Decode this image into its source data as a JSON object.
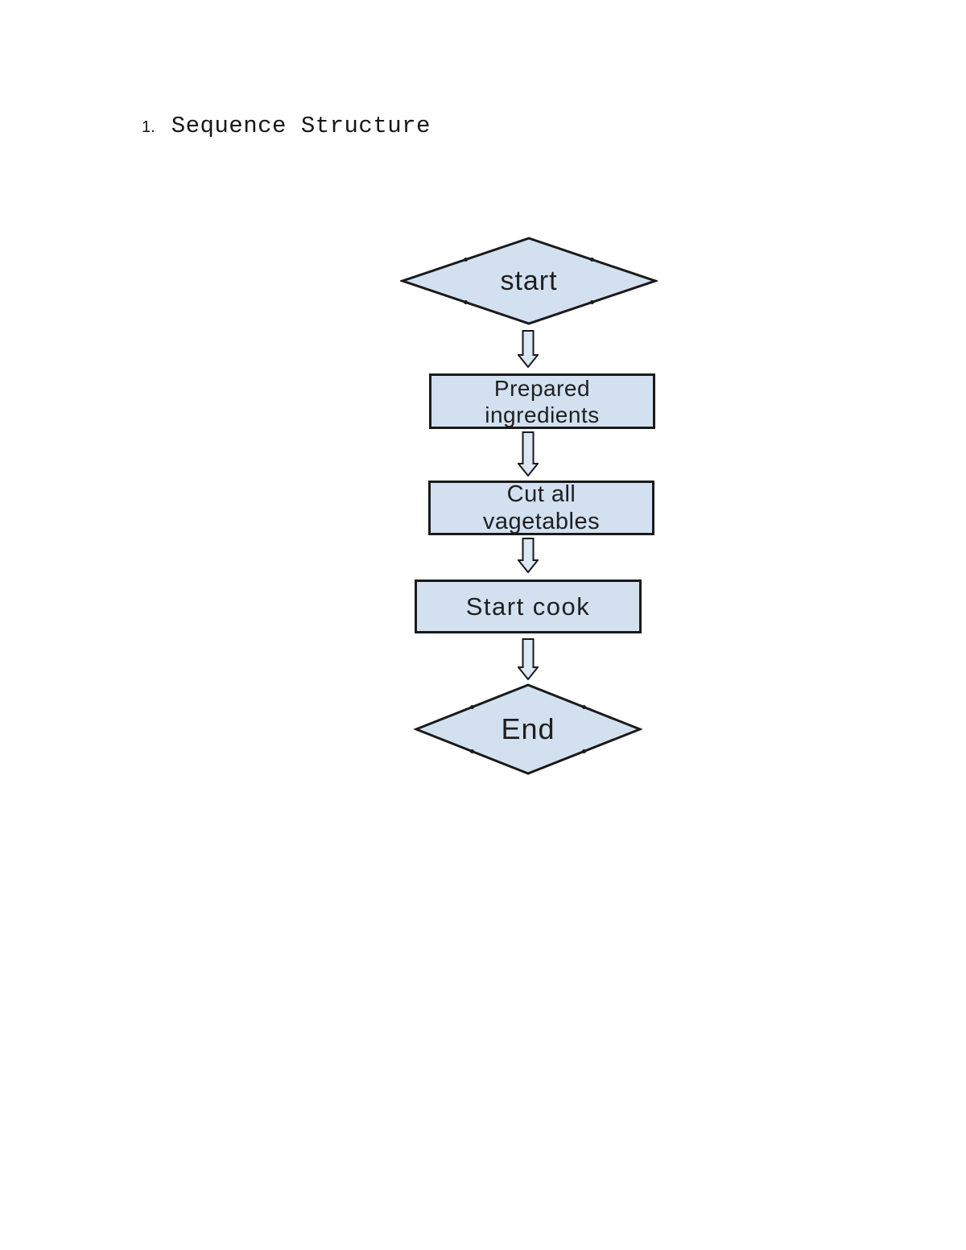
{
  "page": {
    "section": {
      "number": "1.",
      "title": "Sequence Structure"
    }
  },
  "flowchart": {
    "nodes": [
      {
        "id": "start",
        "shape": "diamond",
        "label": "start"
      },
      {
        "id": "prepared-ingredients",
        "shape": "rectangle",
        "label": "Prepared\ningredients"
      },
      {
        "id": "cut-all-vagetables",
        "shape": "rectangle",
        "label": "Cut all\nvagetables"
      },
      {
        "id": "start-cook",
        "shape": "rectangle",
        "label": "Start cook"
      },
      {
        "id": "end",
        "shape": "diamond",
        "label": "End"
      }
    ],
    "connectors": [
      {
        "from": "start",
        "to": "prepared-ingredients",
        "direction": "down"
      },
      {
        "from": "prepared-ingredients",
        "to": "cut-all-vagetables",
        "direction": "down"
      },
      {
        "from": "cut-all-vagetables",
        "to": "start-cook",
        "direction": "down"
      },
      {
        "from": "start-cook",
        "to": "end",
        "direction": "down"
      }
    ],
    "colors": {
      "shape_fill": "#d2e0f0",
      "arrow_fill": "#dde8f4",
      "outline": "#1a1a1a",
      "text": "#1f1f1f",
      "background": "#ffffff"
    }
  }
}
